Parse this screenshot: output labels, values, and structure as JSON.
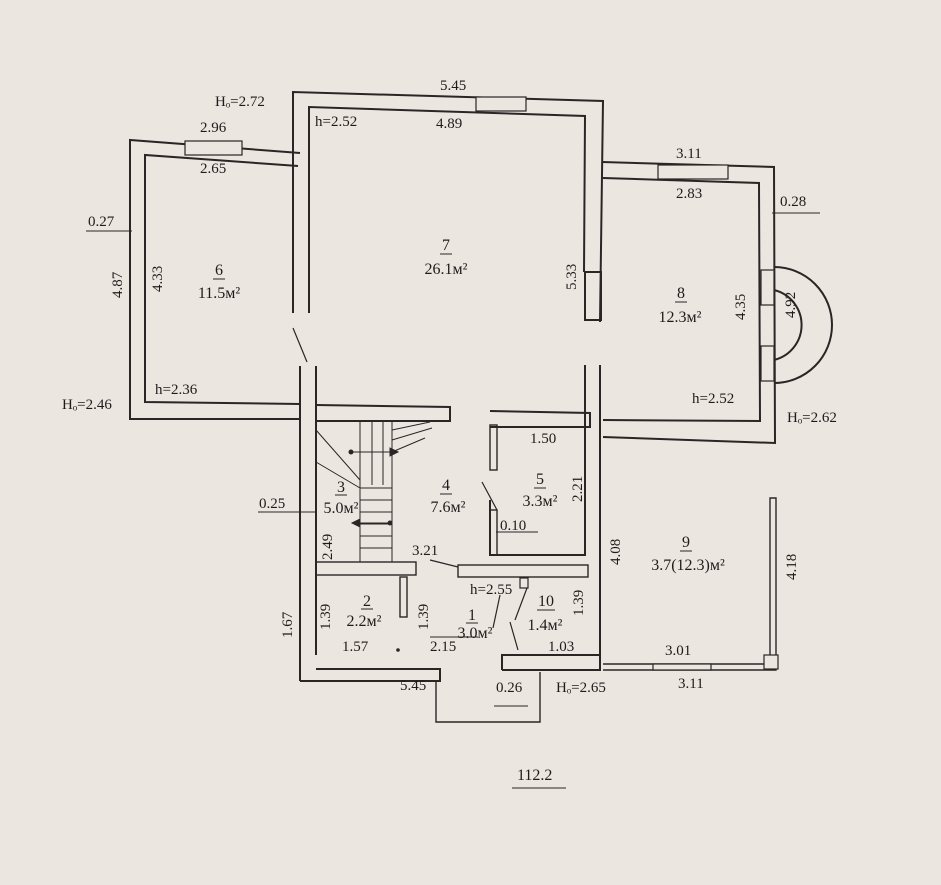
{
  "dimensions": {
    "ho_272": "Hₒ=2.72",
    "d_296": "2.96",
    "d_265": "2.65",
    "d_545_top": "5.45",
    "d_489": "4.89",
    "h_252_top": "h=2.52",
    "d_311_top": "3.11",
    "d_283": "2.83",
    "d_028": "0.28",
    "d_027": "0.27",
    "d_487": "4.87",
    "d_433": "4.33",
    "d_533": "5.33",
    "d_435": "4.35",
    "d_492": "4.92",
    "ho_246": "Hₒ=2.46",
    "h_236": "h=2.36",
    "h_252_right": "h=2.52",
    "ho_262": "Hₒ=2.62",
    "d_150": "1.50",
    "d_221": "2.21",
    "d_025": "0.25",
    "d_249": "2.49",
    "d_321": "3.21",
    "d_010": "0.10",
    "d_408": "4.08",
    "d_418": "4.18",
    "h_255": "h=2.55",
    "d_167": "1.67",
    "d_139_a": "1.39",
    "d_139_b": "1.39",
    "d_139_c": "1.39",
    "d_157": "1.57",
    "d_215": "2.15",
    "d_103": "1.03",
    "d_301": "3.01",
    "d_311_bottom": "3.11",
    "d_545_bottom": "5.45",
    "d_026": "0.26",
    "ho_265": "Hₒ=2.65"
  },
  "rooms": [
    {
      "num": "1",
      "area": "3.0м²"
    },
    {
      "num": "2",
      "area": "2.2м²"
    },
    {
      "num": "3",
      "area": "5.0м²"
    },
    {
      "num": "4",
      "area": "7.6м²"
    },
    {
      "num": "5",
      "area": "3.3м²"
    },
    {
      "num": "6",
      "area": "11.5м²"
    },
    {
      "num": "7",
      "area": "26.1м²"
    },
    {
      "num": "8",
      "area": "12.3м²"
    },
    {
      "num": "9",
      "area": "3.7(12.3)м²"
    },
    {
      "num": "10",
      "area": "1.4м²"
    }
  ],
  "total_area": "112.2",
  "colors": {
    "ink": "#2a2626",
    "paper": "#ece6e1"
  }
}
